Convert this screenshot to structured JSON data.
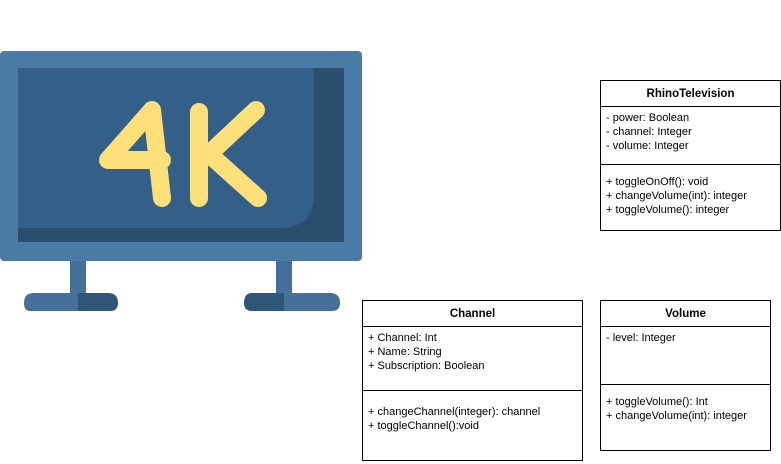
{
  "tv_illustration": {
    "label": "4K",
    "colors": {
      "frame": "#4a7aa6",
      "screen": "#335f89",
      "screen_shadow": "#2a4e6e",
      "legs": "#46709a",
      "feet_dark": "#2f5578",
      "text": "#fde07a"
    }
  },
  "classes": {
    "rhino": {
      "name": "RhinoTelevision",
      "attributes": [
        "- power: Boolean",
        "- channel: Integer",
        "- volume: Integer"
      ],
      "methods": [
        "+ toggleOnOff(): void",
        "+ changeVolume(int): integer",
        "+ toggleVolume(): integer"
      ]
    },
    "channel": {
      "name": "Channel",
      "attributes": [
        "+ Channel: Int",
        "+ Name: String",
        "+ Subscription: Boolean"
      ],
      "methods": [
        "+ changeChannel(integer): channel",
        "+ toggleChannel():void"
      ]
    },
    "volume": {
      "name": "Volume",
      "attributes": [
        "- level: Integer"
      ],
      "methods": [
        "+ toggleVolume(): Int",
        "+ changeVolume(int): integer"
      ]
    }
  }
}
